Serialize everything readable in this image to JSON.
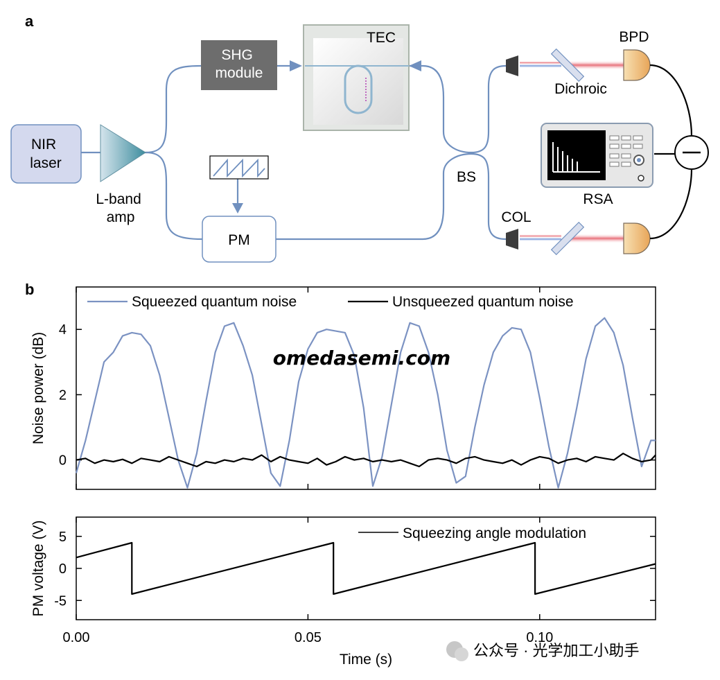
{
  "panel_a": {
    "label": "a",
    "nir_laser": "NIR\nlaser",
    "amp_label": "L-band\namp",
    "shg_label": "SHG\nmodule",
    "tec_label": "TEC",
    "pm_label": "PM",
    "bs_label": "BS",
    "col_label": "COL",
    "dichroic_label": "Dichroic",
    "bpd_label": "BPD",
    "rsa_label": "RSA",
    "colors": {
      "fiber": "#7090bf",
      "laser_box": "#d4d9ee",
      "shg_box": "#6d6d6d",
      "beam_red": "#e8707a",
      "beam_blue": "#6d93d6",
      "detector": "#f3c98a"
    }
  },
  "panel_b": {
    "label": "b",
    "watermark": "omedasemi.com",
    "footer_watermark": "公众号 · 光学加工小助手"
  },
  "chart_data": [
    {
      "type": "line",
      "ylabel": "Noise power (dB)",
      "ylim": [
        -0.9,
        5.3
      ],
      "xlim": [
        0,
        0.125
      ],
      "yticks": [
        "0",
        "2",
        "4"
      ],
      "grid": false,
      "legend": "top",
      "series": [
        {
          "name": "Squeezed quantum noise",
          "color": "#7b92c2",
          "x": [
            0.0,
            0.002,
            0.004,
            0.006,
            0.008,
            0.01,
            0.012,
            0.014,
            0.016,
            0.018,
            0.02,
            0.022,
            0.024,
            0.026,
            0.028,
            0.03,
            0.032,
            0.034,
            0.036,
            0.038,
            0.04,
            0.042,
            0.044,
            0.046,
            0.048,
            0.05,
            0.052,
            0.054,
            0.056,
            0.058,
            0.06,
            0.062,
            0.064,
            0.066,
            0.068,
            0.07,
            0.072,
            0.074,
            0.076,
            0.078,
            0.08,
            0.082,
            0.084,
            0.086,
            0.088,
            0.09,
            0.092,
            0.094,
            0.096,
            0.098,
            0.1,
            0.102,
            0.104,
            0.106,
            0.108,
            0.11,
            0.112,
            0.114,
            0.116,
            0.118,
            0.12,
            0.122,
            0.124,
            0.125
          ],
          "y": [
            -0.4,
            0.6,
            1.8,
            3.0,
            3.3,
            3.8,
            3.9,
            3.85,
            3.5,
            2.6,
            1.3,
            0.0,
            -0.85,
            0.2,
            1.8,
            3.3,
            4.1,
            4.2,
            3.5,
            2.6,
            1.1,
            -0.4,
            -0.8,
            0.6,
            2.4,
            3.4,
            3.9,
            4.0,
            3.95,
            3.9,
            3.2,
            1.6,
            -0.8,
            0.1,
            1.7,
            3.3,
            4.2,
            4.1,
            3.3,
            2.0,
            0.3,
            -0.7,
            -0.5,
            1.0,
            2.3,
            3.3,
            3.8,
            4.05,
            4.0,
            3.3,
            1.9,
            0.4,
            -0.85,
            0.2,
            1.6,
            3.1,
            4.1,
            4.35,
            3.9,
            2.9,
            1.3,
            -0.2,
            0.6,
            0.6
          ]
        },
        {
          "name": "Unsqueezed quantum noise",
          "color": "#000000",
          "x": [
            0.0,
            0.002,
            0.004,
            0.006,
            0.008,
            0.01,
            0.012,
            0.014,
            0.016,
            0.018,
            0.02,
            0.022,
            0.024,
            0.026,
            0.028,
            0.03,
            0.032,
            0.034,
            0.036,
            0.038,
            0.04,
            0.042,
            0.044,
            0.046,
            0.048,
            0.05,
            0.052,
            0.054,
            0.056,
            0.058,
            0.06,
            0.062,
            0.064,
            0.066,
            0.068,
            0.07,
            0.072,
            0.074,
            0.076,
            0.078,
            0.08,
            0.082,
            0.084,
            0.086,
            0.088,
            0.09,
            0.092,
            0.094,
            0.096,
            0.098,
            0.1,
            0.102,
            0.104,
            0.106,
            0.108,
            0.11,
            0.112,
            0.114,
            0.116,
            0.118,
            0.12,
            0.122,
            0.124,
            0.125
          ],
          "y": [
            0.0,
            0.05,
            -0.1,
            0.0,
            -0.05,
            0.02,
            -0.1,
            0.05,
            0.0,
            -0.05,
            0.1,
            0.0,
            -0.1,
            -0.2,
            -0.05,
            -0.1,
            0.0,
            -0.05,
            0.05,
            0.0,
            0.15,
            -0.05,
            0.1,
            0.0,
            -0.05,
            -0.1,
            0.05,
            -0.15,
            -0.05,
            0.1,
            0.0,
            0.05,
            -0.05,
            0.0,
            -0.05,
            0.0,
            -0.1,
            -0.2,
            0.0,
            0.05,
            0.0,
            -0.1,
            0.05,
            0.1,
            0.0,
            -0.05,
            -0.1,
            0.0,
            -0.15,
            0.0,
            0.1,
            0.05,
            -0.1,
            0.0,
            0.05,
            -0.05,
            0.1,
            0.05,
            0.0,
            0.2,
            0.05,
            -0.05,
            0.0,
            0.15
          ]
        }
      ]
    },
    {
      "type": "line",
      "xlabel": "Time (s)",
      "ylabel": "PM voltage (V)",
      "xlim": [
        0,
        0.125
      ],
      "ylim": [
        -8,
        8
      ],
      "xticks": [
        "0.00",
        "0.05",
        "0.10"
      ],
      "yticks": [
        "-5",
        "0",
        "5"
      ],
      "grid": false,
      "legend": "top-right",
      "series": [
        {
          "name": "Squeezing angle modulation",
          "color": "#000000",
          "x": [
            0.0,
            0.012,
            0.012,
            0.0555,
            0.0555,
            0.099,
            0.099,
            0.125
          ],
          "y": [
            1.7,
            4.0,
            -4.0,
            4.0,
            -4.0,
            4.0,
            -4.0,
            0.7
          ]
        }
      ]
    }
  ]
}
